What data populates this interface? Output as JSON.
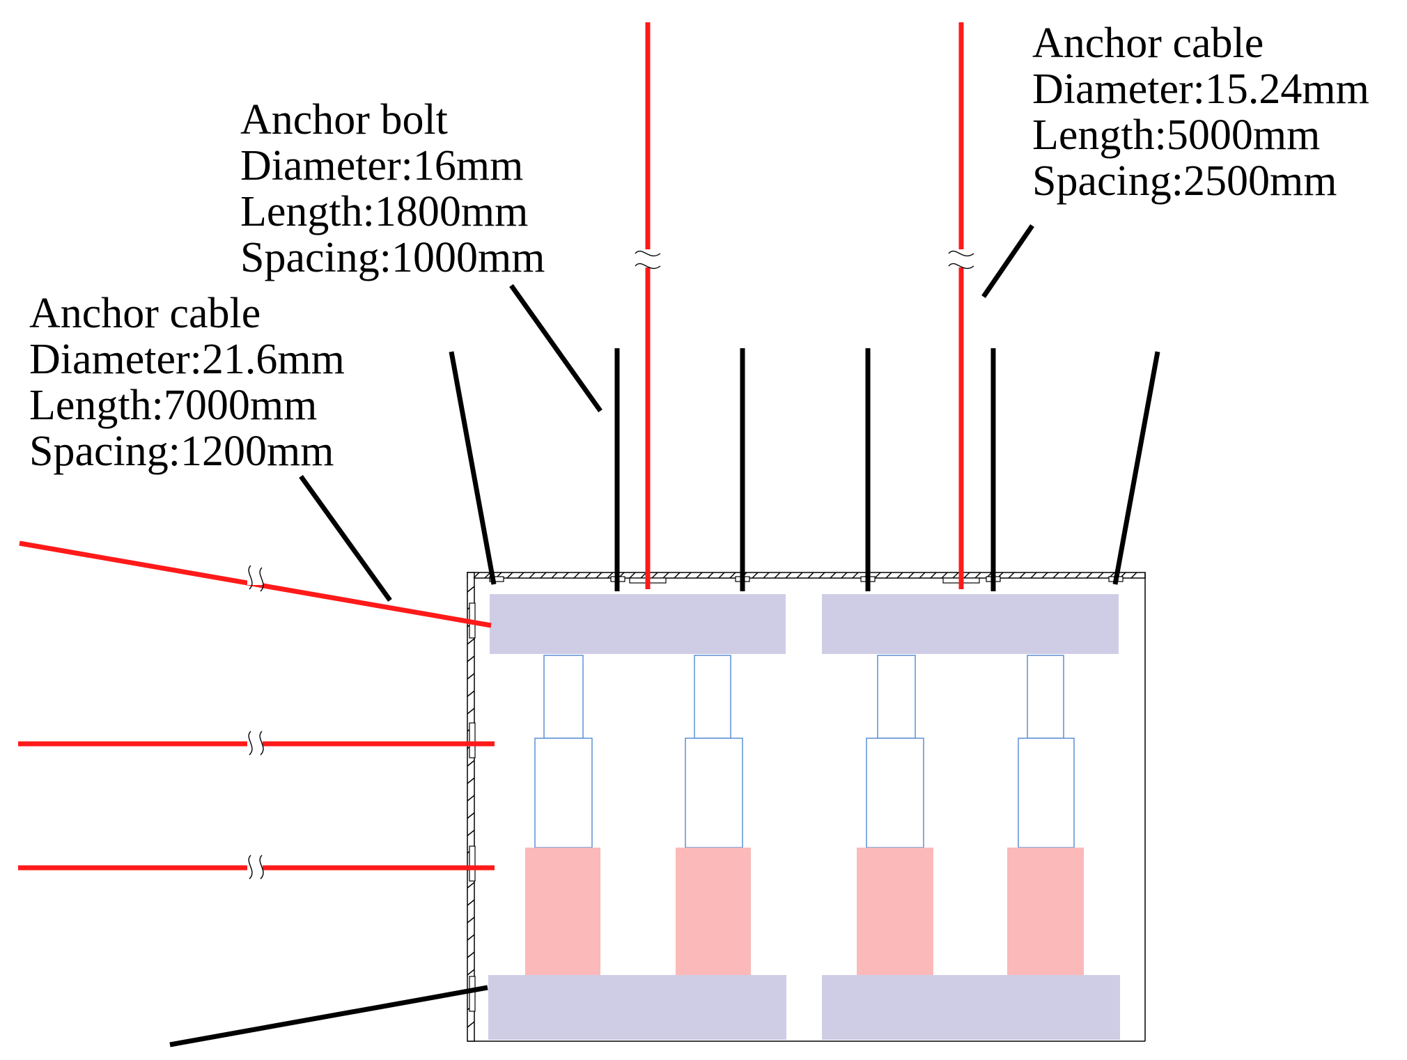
{
  "labels": {
    "bolt": {
      "title": "Anchor bolt",
      "diameter": "Diameter:16mm",
      "length": "Length:1800mm",
      "spacing": "Spacing:1000mm"
    },
    "cable_side": {
      "title": "Anchor cable",
      "diameter": "Diameter:21.6mm",
      "length": "Length:7000mm",
      "spacing": "Spacing:1200mm"
    },
    "cable_top": {
      "title": "Anchor cable",
      "diameter": "Diameter:15.24mm",
      "length": "Length:5000mm",
      "spacing": "Spacing:2500mm"
    }
  },
  "colors": {
    "anchor_cable": "#ff1a1a",
    "anchor_bolt": "#000000",
    "beam": "#cfcde6",
    "pier": "#fbb9b9",
    "column_outline": "#5b8fd6"
  }
}
